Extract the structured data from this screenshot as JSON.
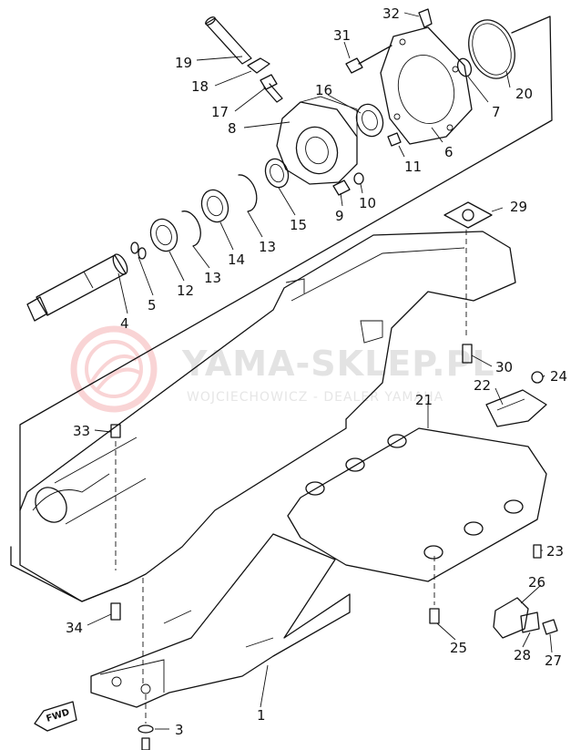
{
  "diagram": {
    "callouts": [
      {
        "id": "32",
        "text": "32"
      },
      {
        "id": "31",
        "text": "31"
      },
      {
        "id": "20",
        "text": "20"
      },
      {
        "id": "19",
        "text": "19"
      },
      {
        "id": "18",
        "text": "18"
      },
      {
        "id": "16",
        "text": "16"
      },
      {
        "id": "7",
        "text": "7"
      },
      {
        "id": "17",
        "text": "17"
      },
      {
        "id": "8",
        "text": "8"
      },
      {
        "id": "6",
        "text": "6"
      },
      {
        "id": "11",
        "text": "11"
      },
      {
        "id": "9",
        "text": "9"
      },
      {
        "id": "10",
        "text": "10"
      },
      {
        "id": "15",
        "text": "15"
      },
      {
        "id": "29",
        "text": "29"
      },
      {
        "id": "14",
        "text": "14"
      },
      {
        "id": "13a",
        "text": "13"
      },
      {
        "id": "13b",
        "text": "13"
      },
      {
        "id": "12",
        "text": "12"
      },
      {
        "id": "5",
        "text": "5"
      },
      {
        "id": "4",
        "text": "4"
      },
      {
        "id": "30",
        "text": "30"
      },
      {
        "id": "24",
        "text": "24"
      },
      {
        "id": "22",
        "text": "22"
      },
      {
        "id": "21",
        "text": "21"
      },
      {
        "id": "33",
        "text": "33"
      },
      {
        "id": "23",
        "text": "23"
      },
      {
        "id": "26",
        "text": "26"
      },
      {
        "id": "34",
        "text": "34"
      },
      {
        "id": "25",
        "text": "25"
      },
      {
        "id": "28",
        "text": "28"
      },
      {
        "id": "27",
        "text": "27"
      },
      {
        "id": "1",
        "text": "1"
      },
      {
        "id": "3",
        "text": "3"
      }
    ],
    "direction_badge": "FWD"
  },
  "watermark": {
    "main": "YAMA-SKLEP.PL",
    "sub": "WOJCIECHOWICZ - DEALER YAMAHA",
    "color": "#e8595c"
  }
}
